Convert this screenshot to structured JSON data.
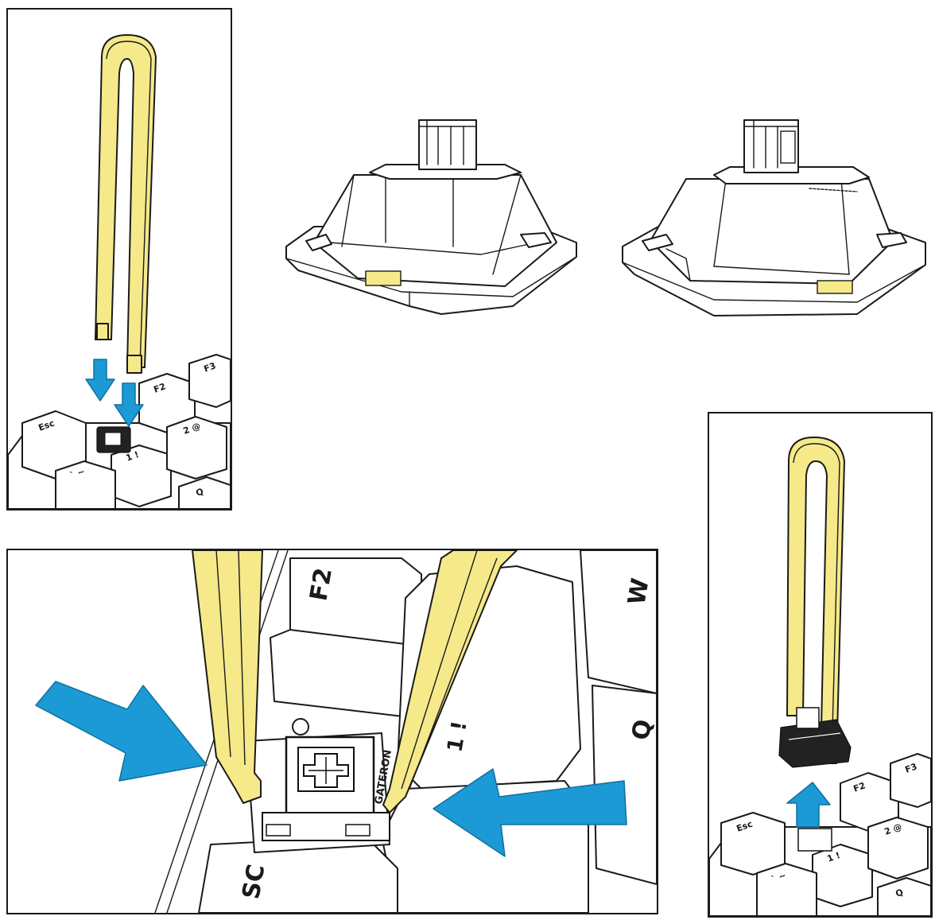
{
  "keys": {
    "esc": "Esc",
    "f2": "F2",
    "f3": "F3",
    "one": "1 !",
    "two": "2 @",
    "q": "Q",
    "tilde": "` ~",
    "w": "W",
    "big_f2": "F2",
    "big_sc": "SC",
    "big_q": "Q",
    "big_one": "1 !",
    "switch_brand": "GATERON"
  },
  "colors": {
    "tool": "#f5e98a",
    "arrow": "#1b9ad6",
    "outline": "#1a1a1a"
  }
}
